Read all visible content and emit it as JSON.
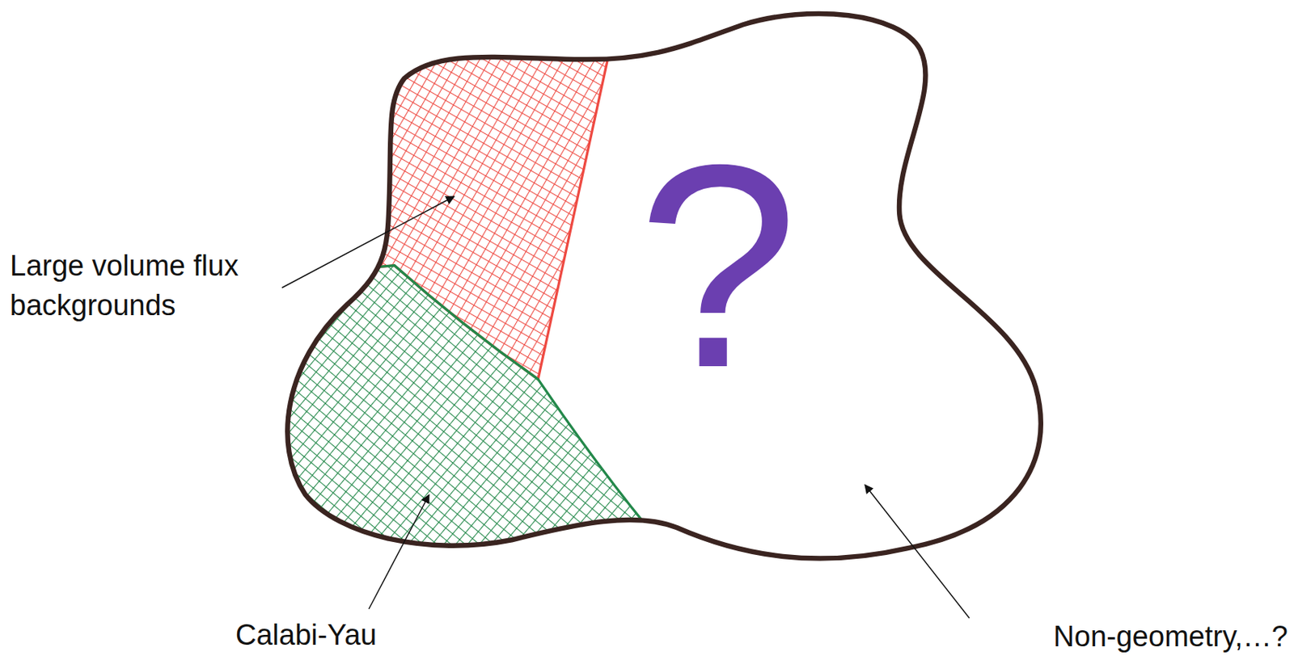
{
  "diagram": {
    "labels": [
      "?",
      "Large volume flux backgrounds",
      "Calabi-Yau",
      "Non-geometry,…?"
    ]
  }
}
